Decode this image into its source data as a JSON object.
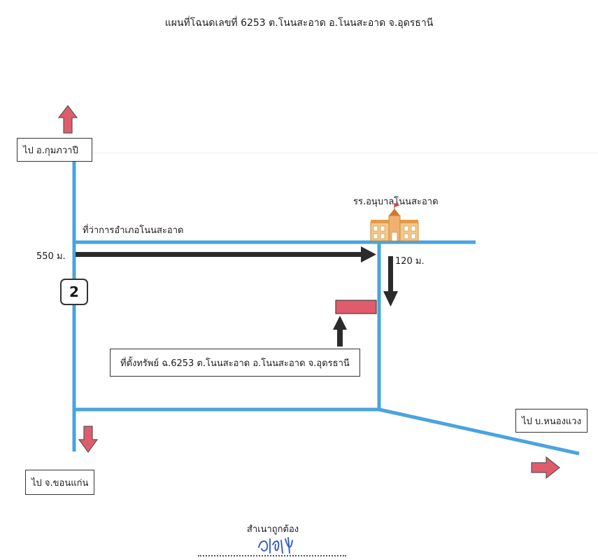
{
  "title": "แผนที่โฉนดเลขที่ 6253 ต.โนนสะอาด อ.โนนสะอาด จ.อุดรธานี",
  "labels": {
    "to_north": "ไป อ.กุมภวาปี",
    "to_south": "ไป จ.ขอนแก่น",
    "to_east": "ไป บ.หนองแวง",
    "district_office": "ที่ว่าการอำเภอโนนสะอาด",
    "school": "รร.อนุบาลโนนสะอาด",
    "distance_1": "550 ม.",
    "distance_2": "120 ม.",
    "highway_number": "2",
    "property": "ที่ตั้งทรัพย์ ฉ.6253 ต.โนนสะอาด อ.โนนสะอาด จ.อุดรธานี"
  },
  "certify_text": "สำเนาถูกต้อง",
  "signature_text": "กัลปี",
  "colors": {
    "road": "#4aa3df",
    "route_arrow": "#2b2b2b",
    "direction_arrow": "#e05c6c",
    "property_marker": "#e05c6c",
    "signature_ink": "#2a55c8"
  },
  "icons": {
    "school": "school-building-icon",
    "highway": "highway-shield-icon"
  }
}
